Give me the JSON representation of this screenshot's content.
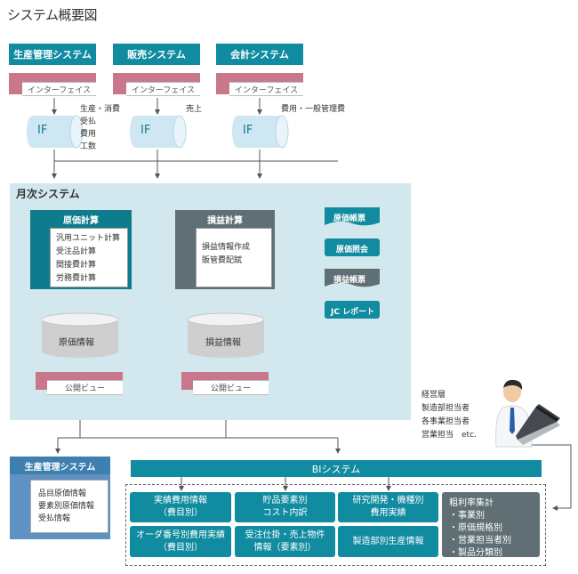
{
  "title": "システム概要図",
  "top_systems": [
    {
      "name": "生産管理システム",
      "interface": "インターフェイス"
    },
    {
      "name": "販売システム",
      "interface": "インターフェイス"
    },
    {
      "name": "会計システム",
      "interface": "インターフェイス"
    }
  ],
  "if_label": "IF",
  "if_notes": [
    [
      "生産・消費",
      "受払",
      "費用",
      "工数"
    ],
    [
      "売上"
    ],
    [
      "費用・一般管理費"
    ]
  ],
  "monthly": {
    "title": "月次システム",
    "cost_calc": {
      "header": "原価計算",
      "items": [
        "汎用ユニット計算",
        "受注品計算",
        "間接費計算",
        "労務費計算"
      ]
    },
    "pl_calc": {
      "header": "損益計算",
      "items": [
        "損益情報作成",
        "販管費配賦"
      ]
    },
    "outputs": [
      "原価帳票",
      "原価照会",
      "損益帳票",
      "JC レポート"
    ],
    "cost_db": "原価情報",
    "pl_db": "損益情報",
    "public_view": "公開ビュー"
  },
  "prod_mgmt_bottom": {
    "header": "生産管理システム",
    "items": [
      "品目原価情報",
      "要素別原価情報",
      "受払情報"
    ]
  },
  "users": [
    "経営層",
    "製造部担当者",
    "各事業担当者",
    "営業担当　etc."
  ],
  "bi": {
    "header": "BIシステム",
    "boxes": [
      [
        "実績費用情報",
        "（費目別）"
      ],
      [
        "貯品要素別",
        "コスト内訳"
      ],
      [
        "研究開発・機種別",
        "費用実績"
      ],
      [
        "オーダ番号別費用実績",
        "（費目別）"
      ],
      [
        "受注仕掛・売上物件",
        "情報（要素別）"
      ],
      [
        "製造部別生産情報"
      ]
    ],
    "gross": [
      "粗利率集計",
      "・事業別",
      "・原価規格別",
      "・営業担当者別",
      "・製品分類別"
    ]
  },
  "colors": {
    "teal": "#108ba0",
    "pink": "#c9788c",
    "panel": "#d3e8ee",
    "slate": "#5f6f74",
    "blue": "#3d7fae"
  }
}
